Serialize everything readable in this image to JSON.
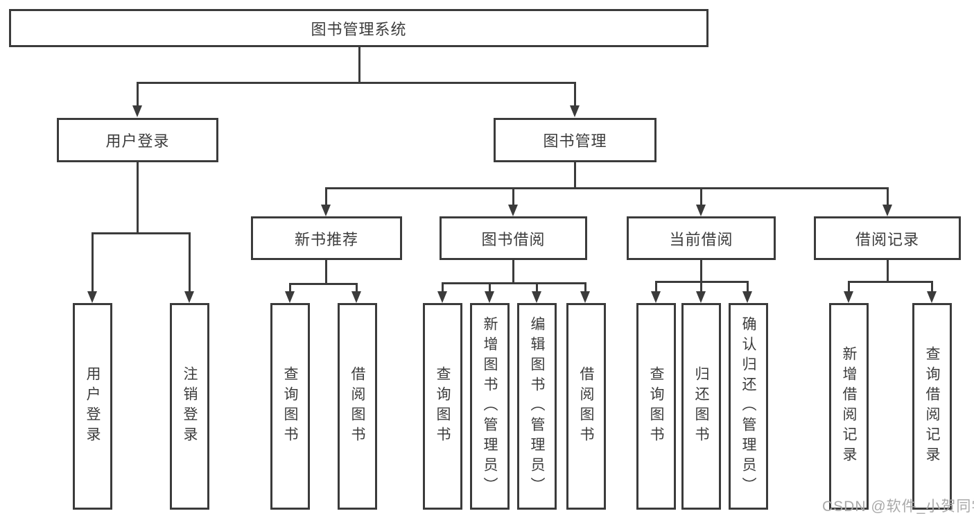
{
  "diagram": {
    "type": "hierarchy-tree",
    "root": {
      "label": "图书管理系统",
      "children": [
        {
          "label": "用户登录",
          "children": [
            {
              "label": "用户登录"
            },
            {
              "label": "注销登录"
            }
          ]
        },
        {
          "label": "图书管理",
          "children": [
            {
              "label": "新书推荐",
              "children": [
                {
                  "label": "查询图书"
                },
                {
                  "label": "借阅图书"
                }
              ]
            },
            {
              "label": "图书借阅",
              "children": [
                {
                  "label": "查询图书"
                },
                {
                  "label": "新增图书（管理员）"
                },
                {
                  "label": "编辑图书（管理员）"
                },
                {
                  "label": "借阅图书"
                }
              ]
            },
            {
              "label": "当前借阅",
              "children": [
                {
                  "label": "查询图书"
                },
                {
                  "label": "归还图书"
                },
                {
                  "label": "确认归还（管理员）"
                }
              ]
            },
            {
              "label": "借阅记录",
              "children": [
                {
                  "label": "新增借阅记录"
                },
                {
                  "label": "查询借阅记录"
                }
              ]
            }
          ]
        }
      ]
    }
  },
  "watermark": "CSDN @软件_小贺同学",
  "colors": {
    "line": "#3b3b3b",
    "text": "#3c3c3c",
    "watermark": "#a9a9a9",
    "background": "#ffffff"
  }
}
